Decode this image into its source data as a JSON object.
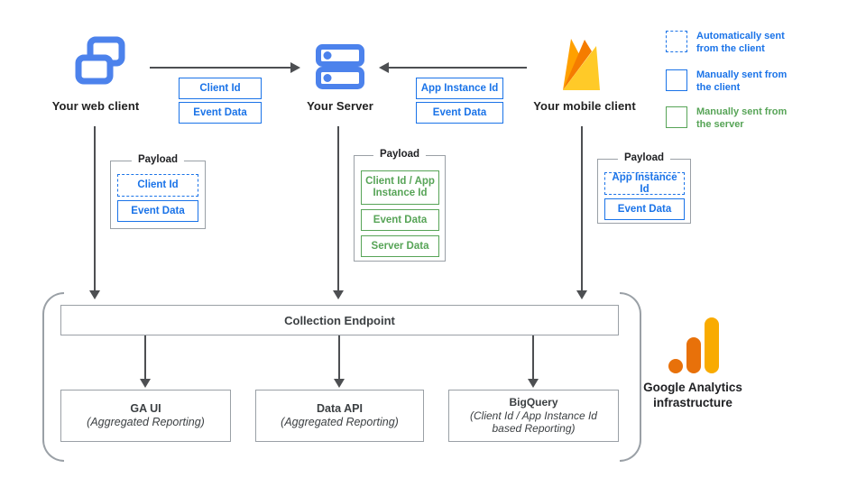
{
  "palette": {
    "blue": "#1A73E8",
    "icon_blue": "#4C82EC",
    "green": "#57A457",
    "arrow_gray": "#4D4F52",
    "box_border_gray": "#9AA0A6",
    "ga_orange": "#E8710A",
    "ga_amber": "#F9AB00",
    "firebase_yellow": "#FFCA28",
    "firebase_orange": "#FFA000",
    "firebase_deep_orange": "#F57C00"
  },
  "clients": {
    "web": {
      "label": "Your web client"
    },
    "server": {
      "label": "Your Server"
    },
    "mobile": {
      "label": "Your mobile client"
    }
  },
  "edges": {
    "web_to_server": {
      "labels": [
        "Client Id",
        "Event Data"
      ]
    },
    "mobile_to_server": {
      "labels": [
        "App Instance Id",
        "Event Data"
      ]
    }
  },
  "legend": {
    "items": [
      {
        "label": "Automatically sent from the client",
        "style": "dashed-blue"
      },
      {
        "label": "Manually sent from the client",
        "style": "solid-blue"
      },
      {
        "label": "Manually sent from the server",
        "style": "solid-green"
      }
    ]
  },
  "payloads": {
    "web": {
      "title": "Payload",
      "items": [
        "Client Id",
        "Event Data"
      ]
    },
    "server": {
      "title": "Payload",
      "items": [
        "Client Id / App Instance Id",
        "Event Data",
        "Server Data"
      ]
    },
    "mobile": {
      "title": "Payload",
      "items": [
        "App Instance Id",
        "Event Data"
      ]
    }
  },
  "infrastructure": {
    "endpoint_label": "Collection Endpoint",
    "outputs": [
      {
        "title": "GA UI",
        "subtitle": "(Aggregated Reporting)"
      },
      {
        "title": "Data API",
        "subtitle": "(Aggregated Reporting)"
      },
      {
        "title": "BigQuery",
        "subtitle": "(Client Id / App Instance Id based Reporting)"
      }
    ],
    "caption": "Google Analytics infrastructure"
  }
}
